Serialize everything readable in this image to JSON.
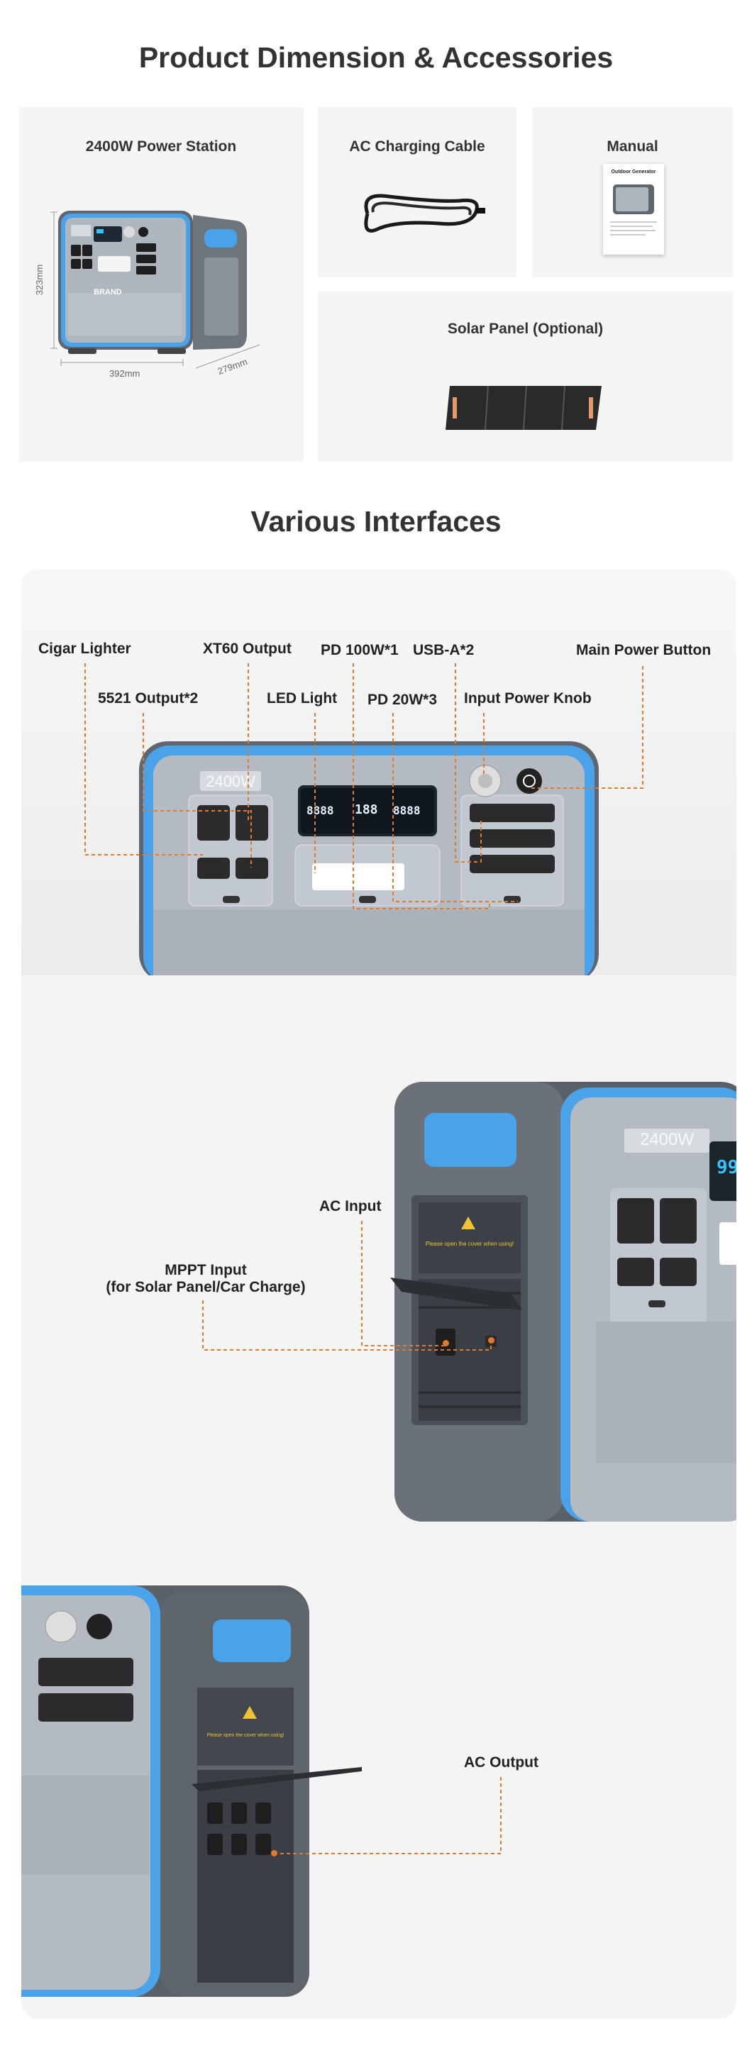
{
  "section1": {
    "title": "Product Dimension & Accessories",
    "cards": {
      "power_station": {
        "label": "2400W Power Station",
        "dims": {
          "height": "323mm",
          "width": "392mm",
          "depth": "279mm"
        },
        "brand": "BRAND",
        "model": "2400W"
      },
      "ac_cable": {
        "label": "AC Charging Cable"
      },
      "manual": {
        "label": "Manual",
        "cover_title": "Outdoor Generator"
      },
      "solar_panel": {
        "label": "Solar Panel (Optional)"
      }
    }
  },
  "section2": {
    "title": "Various Interfaces",
    "front_labels": {
      "cigar": "Cigar Lighter",
      "xt60": "XT60 Output",
      "pd100": "PD 100W*1",
      "usba": "USB-A*2",
      "main_power": "Main Power Button",
      "dc5521": "5521 Output*2",
      "led": "LED Light",
      "pd20": "PD 20W*3",
      "knob": "Input Power Knob"
    },
    "front_unit": {
      "model": "2400W",
      "lcd_left": "8888",
      "lcd_mid": "188",
      "lcd_right": "8888"
    },
    "side_labels": {
      "ac_input": "AC Input",
      "mppt_line1": "MPPT Input",
      "mppt_line2": "(for Solar Panel/Car Charge)",
      "ac_output": "AC Output"
    },
    "side_unit": {
      "model": "2400W",
      "lcd": "99",
      "cover_text": "Please open the cover when using!"
    }
  },
  "colors": {
    "accent_blue": "#4aa3e8",
    "leader_orange": "#e07a2e",
    "body_grey": "#5f6670",
    "panel_grey": "#f5f5f5"
  }
}
